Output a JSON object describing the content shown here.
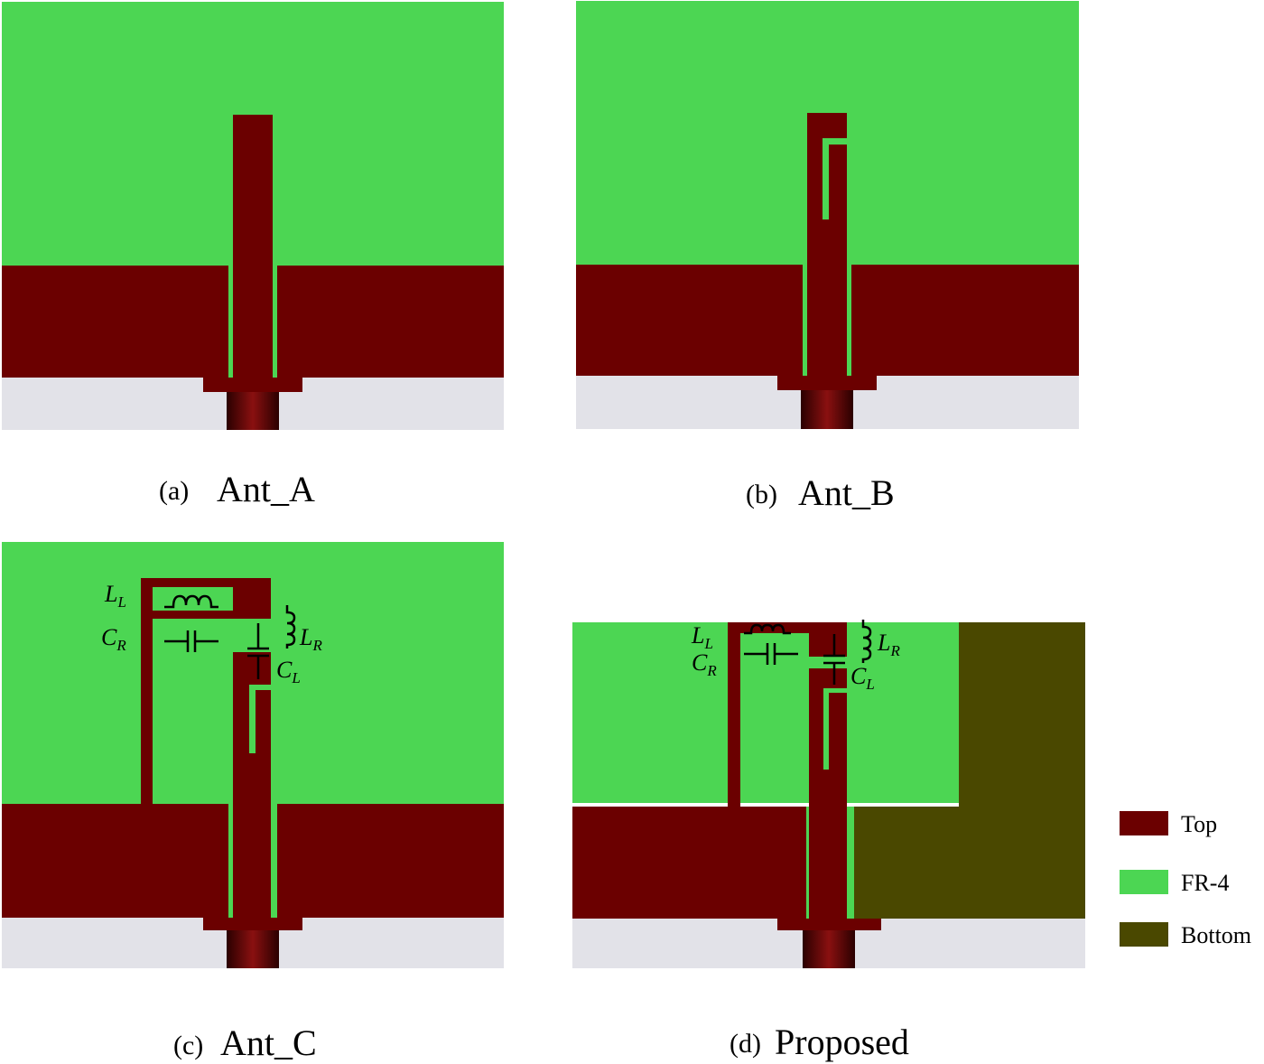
{
  "colors": {
    "top": "#6b0000",
    "fr4": "#4cd653",
    "bottom": "#4a4800",
    "base": "#e2e2e8",
    "connector": "#3a0000"
  },
  "panels": [
    {
      "letter": "(a)",
      "name": "Ant_A"
    },
    {
      "letter": "(b)",
      "name": "Ant_B"
    },
    {
      "letter": "(c)",
      "name": "Ant_C"
    },
    {
      "letter": "(d)",
      "name": "Proposed"
    }
  ],
  "components": {
    "ll": {
      "main": "L",
      "sub": "L"
    },
    "cr": {
      "main": "C",
      "sub": "R"
    },
    "lr": {
      "main": "L",
      "sub": "R"
    },
    "cl": {
      "main": "C",
      "sub": "L"
    }
  },
  "legend": [
    {
      "label": "Top",
      "color": "#6b0000"
    },
    {
      "label": "FR-4",
      "color": "#4cd653"
    },
    {
      "label": "Bottom",
      "color": "#4a4800"
    }
  ]
}
